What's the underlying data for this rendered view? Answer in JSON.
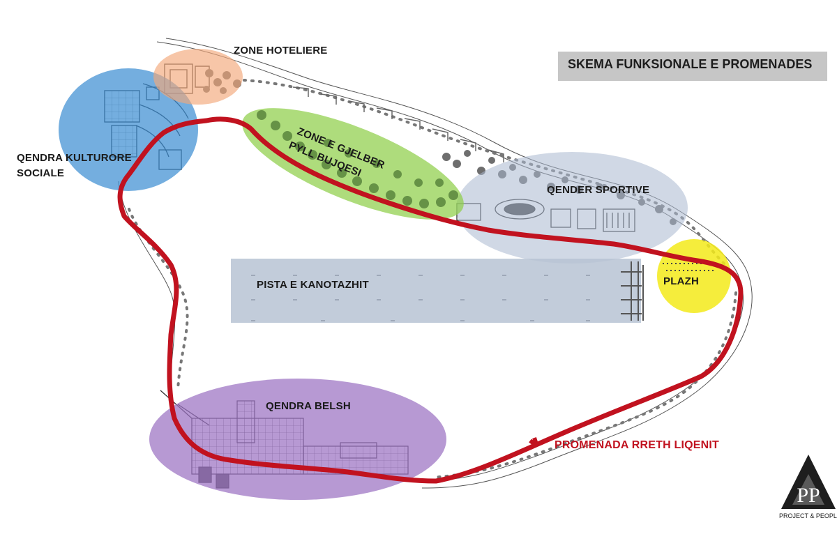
{
  "title": "SKEMA FUNKSIONALE E PROMENADES",
  "zones": {
    "hotel": {
      "label": "ZONE HOTELIERE",
      "color": "#f2a77a"
    },
    "cultural": {
      "label_line1": "QENDRA KULTURORE",
      "label_line2": "SOCIALE",
      "color": "#3f8fd2"
    },
    "green": {
      "label_line1": "ZONE E GJELBER",
      "label_line2": "PYLL BUJQESI",
      "color": "#8fce4a"
    },
    "sport": {
      "label": "QENDER SPORTIVE",
      "color": "#a9b8cf"
    },
    "beach": {
      "label": "PLAZH",
      "color": "#f3ea1a"
    },
    "belsh": {
      "label": "QENDRA BELSH",
      "color": "#9b72c2"
    },
    "canoe": {
      "label": "PISTA E KANOTAZHIT",
      "color": "#b7c3d3"
    }
  },
  "route": {
    "label": "PROMENADA RRETH LIQENIT",
    "color": "#c1121f"
  },
  "logo": {
    "text": "PROJECT & PEOPLE",
    "mark": "PP"
  }
}
